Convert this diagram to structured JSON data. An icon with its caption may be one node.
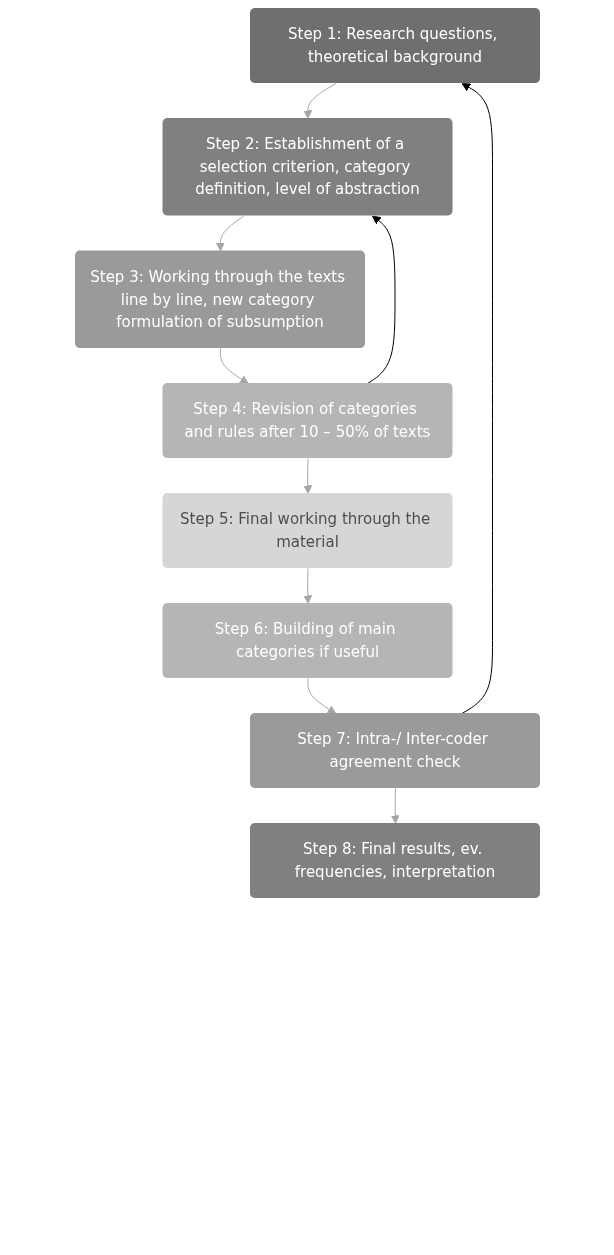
{
  "diagram": {
    "nodes": [
      {
        "text": [
          "Step 1: Research questions, theoretical background"
        ]
      },
      {
        "text": [
          "Step 2: Establishment of a selection criterion, category definition, level of abstraction"
        ]
      },
      {
        "text": [
          "Step 3: Working through the texts line by line, new category formulation of subsumption"
        ]
      },
      {
        "text": [
          "Step 4: Revision of categories and rules after 10 – 50% of texts"
        ]
      },
      {
        "text": [
          "Step 5: Final working through the material"
        ]
      },
      {
        "text": [
          "Step 6: Building of main categories if useful"
        ]
      },
      {
        "text": [
          "Step 7: Intra-/ Inter-coder agreement check"
        ]
      },
      {
        "text": [
          "Step 8: Final results, ev. frequencies, interpretation"
        ]
      }
    ],
    "edges": [
      {
        "from": 0,
        "to": 1,
        "arrow": "to"
      },
      {
        "from": 1,
        "to": 2,
        "arrow": "to"
      },
      {
        "from": 2,
        "to": 3,
        "arrow": "to"
      },
      {
        "from": 3,
        "to": 4,
        "arrow": "to"
      },
      {
        "from": 4,
        "to": 5,
        "arrow": "to"
      },
      {
        "from": 5,
        "to": 6,
        "arrow": "to"
      },
      {
        "from": 6,
        "to": 7,
        "arrow": "to"
      },
      {
        "from": 3,
        "to": 1,
        "arrow": "to",
        "color": "#000000"
      },
      {
        "from": 6,
        "to": 0,
        "arrow": "to",
        "color": "#000000"
      }
    ]
  }
}
